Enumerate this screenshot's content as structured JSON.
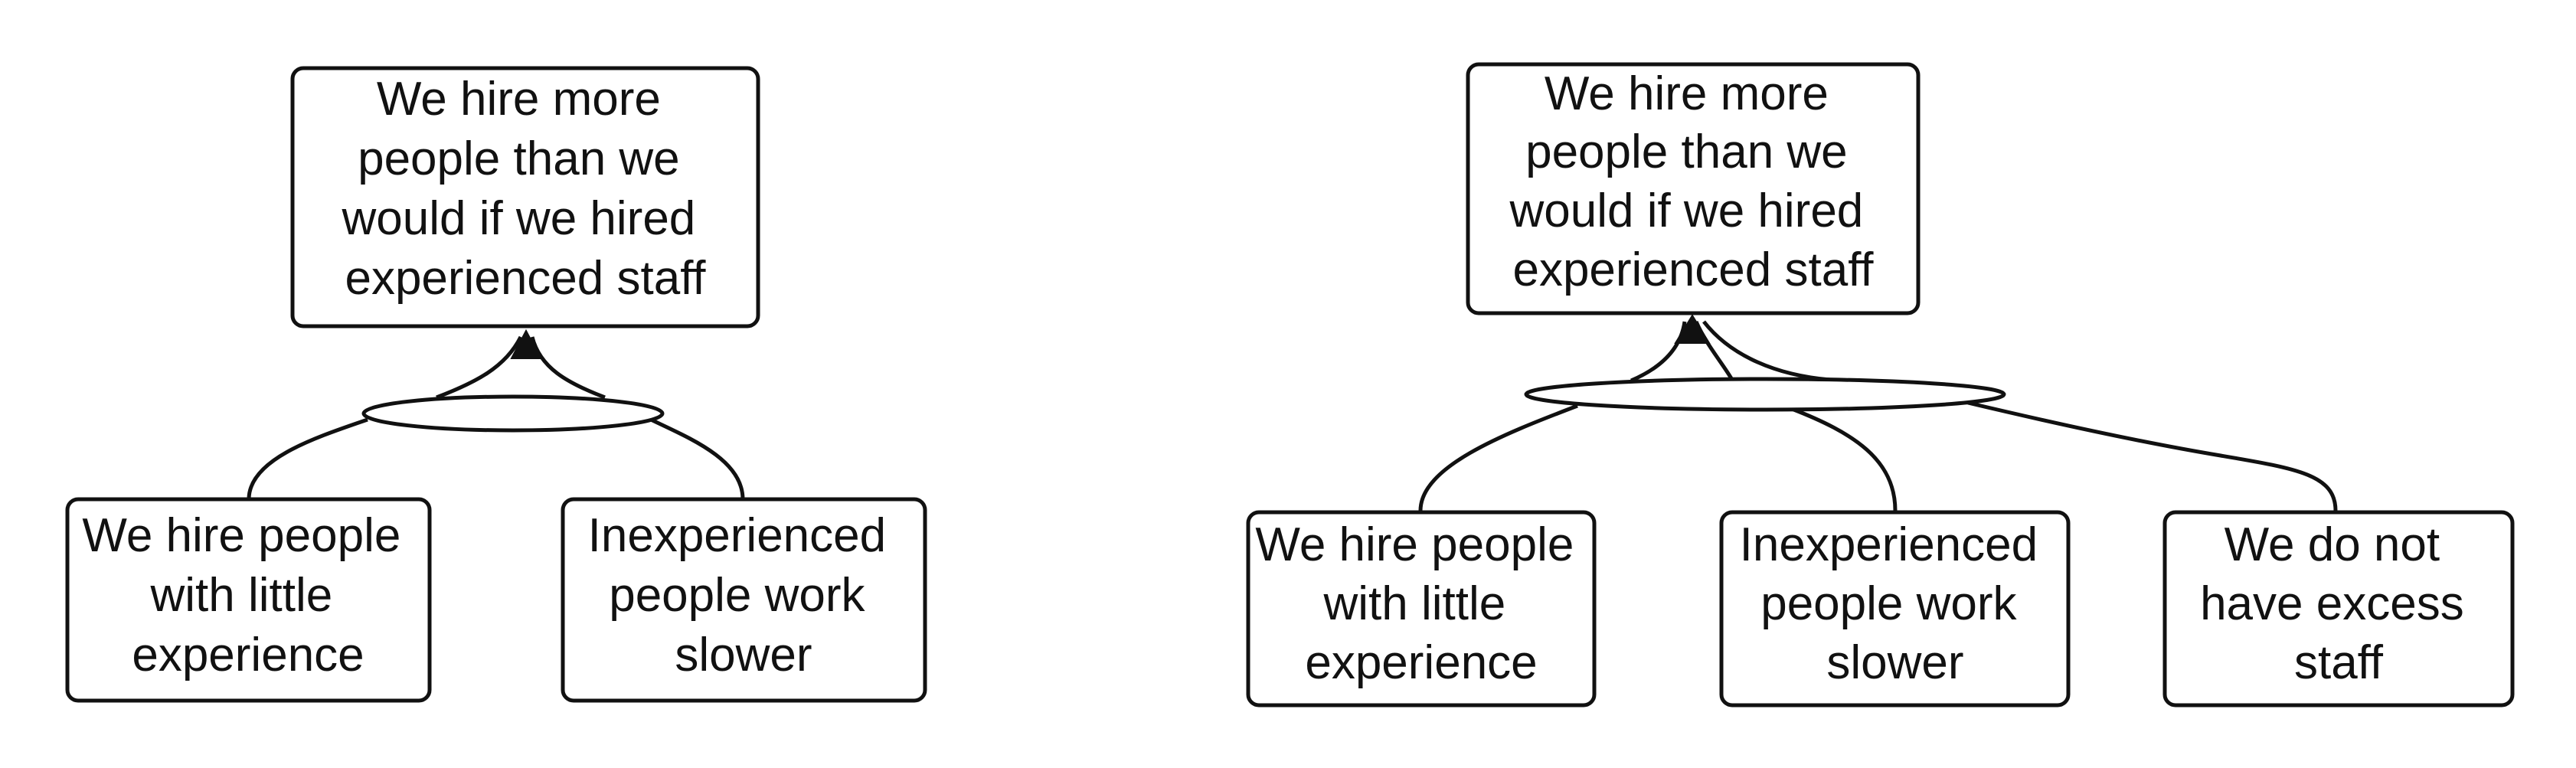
{
  "diagrams": [
    {
      "conclusion": {
        "lines": [
          "We hire more",
          "people than we",
          "would if we hired",
          "experienced staff"
        ]
      },
      "premises": [
        {
          "lines": [
            "We hire people",
            "with little",
            "experience"
          ]
        },
        {
          "lines": [
            "Inexperienced",
            "people work",
            "slower"
          ]
        }
      ]
    },
    {
      "conclusion": {
        "lines": [
          "We hire more",
          "people than we",
          "would if we hired",
          "experienced staff"
        ]
      },
      "premises": [
        {
          "lines": [
            "We hire people",
            "with little",
            "experience"
          ]
        },
        {
          "lines": [
            "Inexperienced",
            "people work",
            "slower"
          ]
        },
        {
          "lines": [
            "We do not",
            "have excess",
            "staff"
          ]
        }
      ]
    }
  ]
}
